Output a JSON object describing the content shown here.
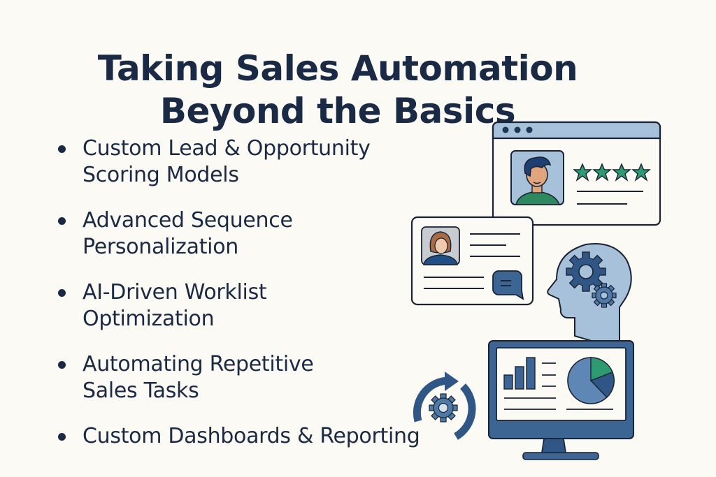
{
  "title": {
    "line1": "Taking Sales Automation",
    "line2": "Beyond the Basics"
  },
  "bullets": [
    {
      "line1": "Custom Lead & Opportunity",
      "line2": "Scoring Models"
    },
    {
      "line1": "Advanced Sequence",
      "line2": "Personalization"
    },
    {
      "line1": "AI-Driven Worklist",
      "line2": "Optimization"
    },
    {
      "line1": "Automating Repetitive",
      "line2": "Sales Tasks"
    },
    {
      "line1": "Custom Dashboards & Reporting",
      "line2": ""
    }
  ],
  "illustrations": {
    "profile_card": {
      "icon": "user-avatar-icon",
      "rating_stars": 4,
      "window_dots": 3
    },
    "chat_card": {
      "icon": "female-avatar-icon",
      "chat_icon": "chat-bubble-icon"
    },
    "ai_head": {
      "icon": "head-gears-icon"
    },
    "automation": {
      "icon": "refresh-gear-icon"
    },
    "dashboard": {
      "icon": "monitor-dashboard-icon",
      "bar_chart_bars": 3,
      "pie_slices": 3
    }
  },
  "colors": {
    "background": "#fbfaf5",
    "text": "#1b2a44",
    "primary_blue": "#3d6594",
    "light_blue": "#a7c1da",
    "green": "#2e9a72",
    "outline": "#1a2233",
    "skin": "#e0a57c"
  }
}
